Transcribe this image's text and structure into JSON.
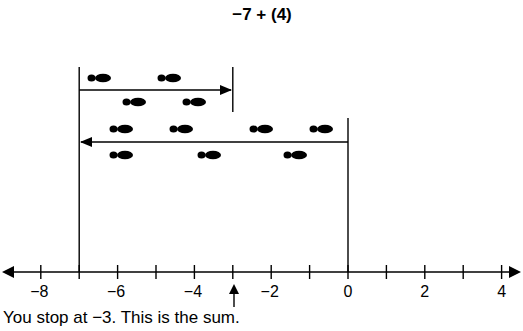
{
  "diagram": {
    "title": "−7 + (4)",
    "caption": "You stop at −3. This is the sum.",
    "labels": [
      "−8",
      "−6",
      "−4",
      "−2",
      "0",
      "2",
      "4"
    ]
  }
}
